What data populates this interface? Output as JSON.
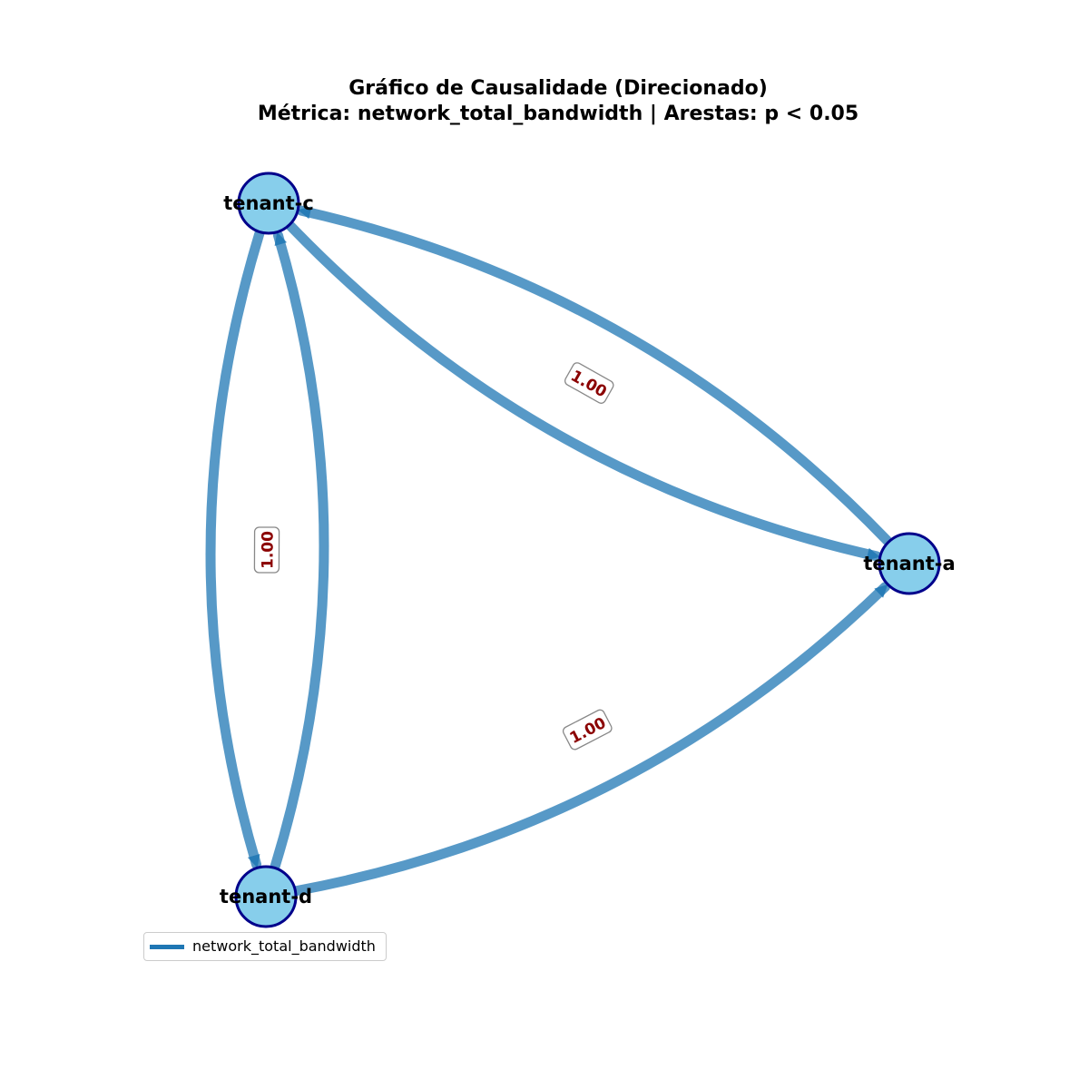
{
  "title": {
    "line1": "Gráfico de Causalidade (Direcionado)",
    "line2": "Métrica: network_total_bandwidth | Arestas: p < 0.05"
  },
  "nodes": [
    {
      "id": "tenant-c",
      "label": "tenant-c"
    },
    {
      "id": "tenant-a",
      "label": "tenant-a"
    },
    {
      "id": "tenant-d",
      "label": "tenant-d"
    }
  ],
  "edges": [
    {
      "source": "tenant-a",
      "target": "tenant-c",
      "weight": 1.0,
      "label": "1.00"
    },
    {
      "source": "tenant-c",
      "target": "tenant-a",
      "weight": 1.0,
      "label": "1.00"
    },
    {
      "source": "tenant-c",
      "target": "tenant-d",
      "weight": 1.0,
      "label": "1.00"
    },
    {
      "source": "tenant-d",
      "target": "tenant-c",
      "weight": 1.0,
      "label": "1.00"
    },
    {
      "source": "tenant-d",
      "target": "tenant-a",
      "weight": 1.0,
      "label": "1.00"
    }
  ],
  "legend": {
    "label": "network_total_bandwidth",
    "color": "#1f77b4"
  },
  "colors": {
    "edge": "#1f77b4",
    "node_fill": "#87ceeb",
    "node_stroke": "#00008b",
    "edge_label": "#8b0000"
  }
}
